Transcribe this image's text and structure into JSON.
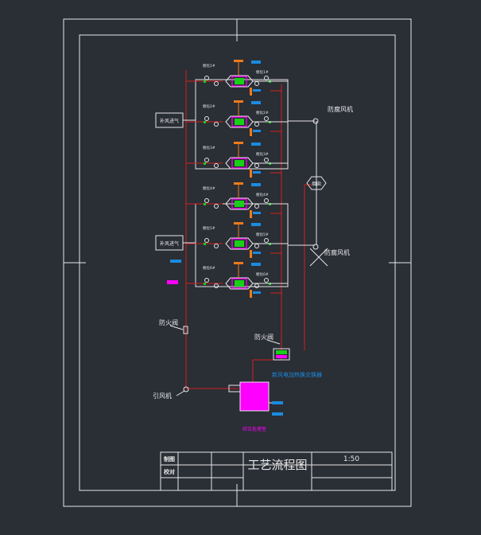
{
  "drawing": {
    "labels": {
      "exhaust_fan_top": "防腐风机",
      "tower": "烟囱",
      "exhaust_fan_bottom": "防腐风机",
      "fresh_air_top": "补风进气",
      "fresh_air_bottom": "补风进气",
      "fire_damper_left": "防火阀",
      "fire_damper_right": "防火阀",
      "fan_blower": "引风机",
      "heat_exchanger": "新风电加热换交换器",
      "mixing_box": "综合处理室"
    },
    "unit_tags": [
      "催化1#",
      "催化2#",
      "催化3#",
      "催化4#",
      "催化5#",
      "催化6#"
    ],
    "title_block": {
      "drawn_label": "制图",
      "checked_label": "校对",
      "title": "工艺流程图",
      "scale": "1:50"
    }
  },
  "colors": {
    "background": "#2a2e35",
    "frame": "#ffffff",
    "pipe_red": "#d42020",
    "pipe_white": "#e6e6e6",
    "orange": "#f07b1a",
    "blue": "#1b8be0",
    "magenta": "#ff00ff",
    "green": "#18d018",
    "yellow": "#e8e000"
  }
}
